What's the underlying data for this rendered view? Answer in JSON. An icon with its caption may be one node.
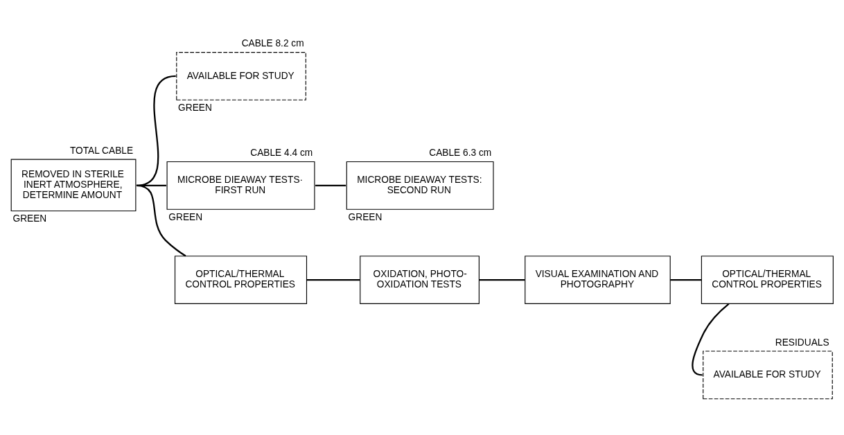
{
  "diagram": {
    "nodes": [
      {
        "text": [
          "REMOVED IN STERILE INERT ATMOSPHERE, DETERMINE AMOUNT"
        ],
        "beside": [
          "TOTAL CABLE",
          "GREEN"
        ]
      },
      {
        "text": [
          "AVAILABLE FOR STUDY"
        ],
        "beside": [
          "CABLE 8.2 cm",
          "GREEN"
        ]
      },
      {
        "text": [
          "MICROBE DIEAWAY TESTS· FIRST RUN"
        ],
        "beside": [
          "CABLE 4.4 cm",
          "GREEN"
        ]
      },
      {
        "text": [
          "MICROBE DIEAWAY TESTS: SECOND RUN"
        ],
        "beside": [
          "CABLE 6.3 cm",
          "GREEN"
        ]
      },
      {
        "text": [
          "OPTICAL/THERMAL CONTROL PROPERTIES"
        ]
      },
      {
        "text": [
          "OXIDATION, PHOTO-OXIDATION TESTS"
        ]
      },
      {
        "text": [
          "VISUAL EXAMINATION AND PHOTOGRAPHY"
        ]
      },
      {
        "text": [
          "OPTICAL/THERMAL CONTROL PROPERTIES"
        ]
      },
      {
        "text": [
          "AVAILABLE FOR STUDY"
        ],
        "beside": [
          "RESIDUALS"
        ]
      }
    ],
    "edges": [
      {
        "from": 0,
        "to": 1,
        "arrow": "none"
      },
      {
        "from": 0,
        "to": 2,
        "arrow": "none"
      },
      {
        "from": 0,
        "to": 4,
        "arrow": "none"
      },
      {
        "from": 2,
        "to": 3,
        "arrow": "none"
      },
      {
        "from": 4,
        "to": 5,
        "arrow": "none"
      },
      {
        "from": 5,
        "to": 6,
        "arrow": "none"
      },
      {
        "from": 6,
        "to": 7,
        "arrow": "none"
      },
      {
        "from": 7,
        "to": 8,
        "arrow": "none"
      }
    ]
  }
}
